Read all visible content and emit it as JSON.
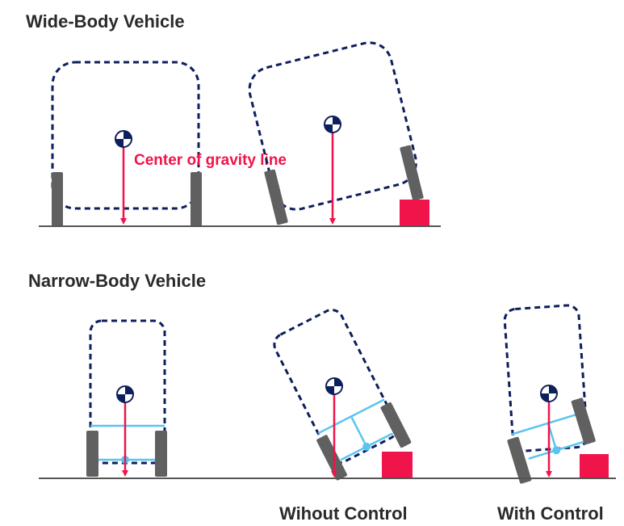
{
  "headings": {
    "wide": "Wide-Body Vehicle",
    "narrow": "Narrow-Body Vehicle"
  },
  "labels": {
    "cg_line": "Center of gravity line"
  },
  "captions": {
    "without": "Wihout Control",
    "with": "With Control"
  },
  "colors": {
    "outline": "#0d1f5c",
    "cg_line": "#f0144a",
    "wheel": "#606060",
    "suspension": "#5ac4f0",
    "block": "#f0144a",
    "ground": "#555555"
  }
}
